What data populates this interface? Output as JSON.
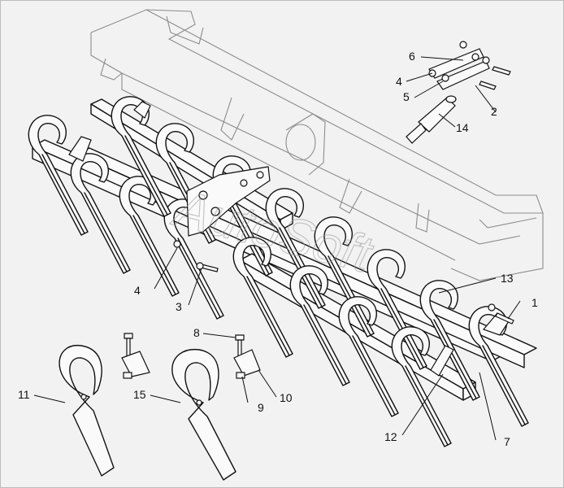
{
  "watermark": "AutoSoft",
  "callouts": [
    {
      "id": "c1",
      "text": "1"
    },
    {
      "id": "c2",
      "text": "2"
    },
    {
      "id": "c3",
      "text": "3"
    },
    {
      "id": "c4a",
      "text": "4"
    },
    {
      "id": "c4b",
      "text": "4"
    },
    {
      "id": "c5",
      "text": "5"
    },
    {
      "id": "c6",
      "text": "6"
    },
    {
      "id": "c7",
      "text": "7"
    },
    {
      "id": "c8",
      "text": "8"
    },
    {
      "id": "c9",
      "text": "9"
    },
    {
      "id": "c10",
      "text": "10"
    },
    {
      "id": "c11",
      "text": "11"
    },
    {
      "id": "c12",
      "text": "12"
    },
    {
      "id": "c13",
      "text": "13"
    },
    {
      "id": "c14",
      "text": "14"
    },
    {
      "id": "c15",
      "text": "15"
    }
  ]
}
